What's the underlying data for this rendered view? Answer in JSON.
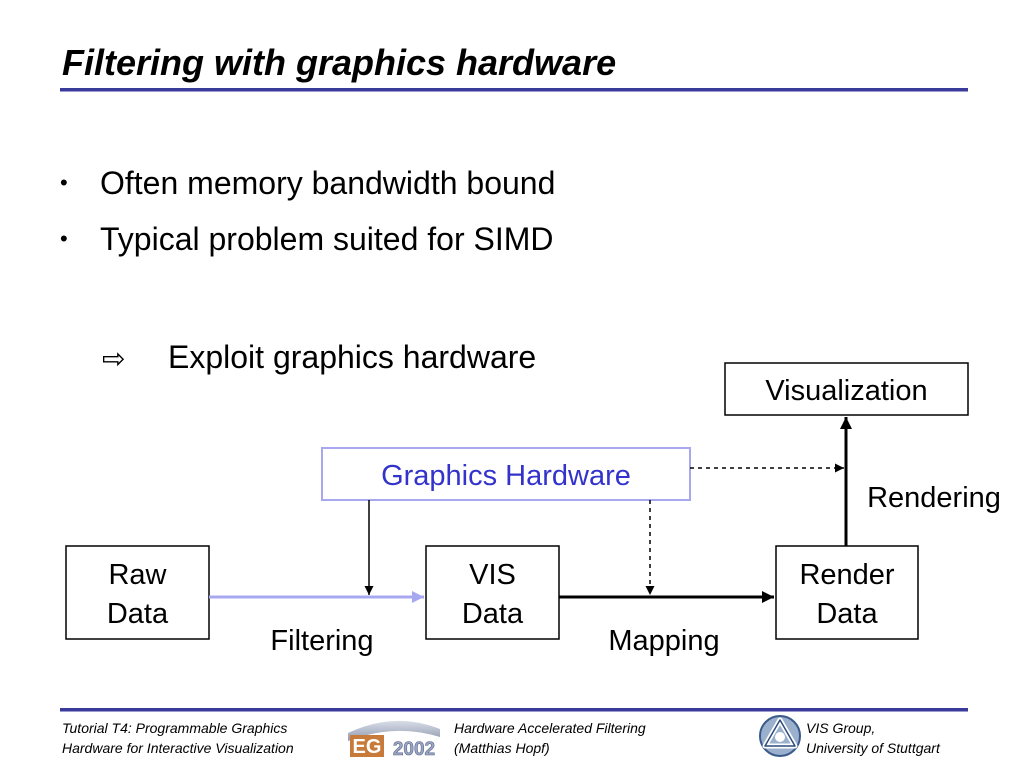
{
  "slide": {
    "title": "Filtering with graphics hardware",
    "bullets": [
      "Often memory bandwidth bound",
      "Typical problem suited for SIMD"
    ],
    "conclusion_arrow": "⇨",
    "conclusion": "Exploit graphics hardware"
  },
  "diagram": {
    "nodes": {
      "raw_data": [
        "Raw",
        "Data"
      ],
      "vis_data": [
        "VIS",
        "Data"
      ],
      "render_data": [
        "Render",
        "Data"
      ],
      "visualization": "Visualization",
      "graphics_hardware": "Graphics Hardware"
    },
    "edge_labels": {
      "filtering": "Filtering",
      "mapping": "Mapping",
      "rendering": "Rendering"
    },
    "colors": {
      "hardware": "#3333cc",
      "hardware_border": "#a8a8f0",
      "filter_arrow": "#a8a8f0",
      "edge": "#000000"
    }
  },
  "footer": {
    "left_line1": "Tutorial T4: Programmable Graphics",
    "left_line2": "Hardware for Interactive Visualization",
    "center_line1": "Hardware Accelerated Filtering",
    "center_line2": "(Matthias Hopf)",
    "right_line1": "VIS Group,",
    "right_line2": "University of Stuttgart",
    "eg_logo_letters": "EG",
    "eg_logo_year": "2002"
  }
}
